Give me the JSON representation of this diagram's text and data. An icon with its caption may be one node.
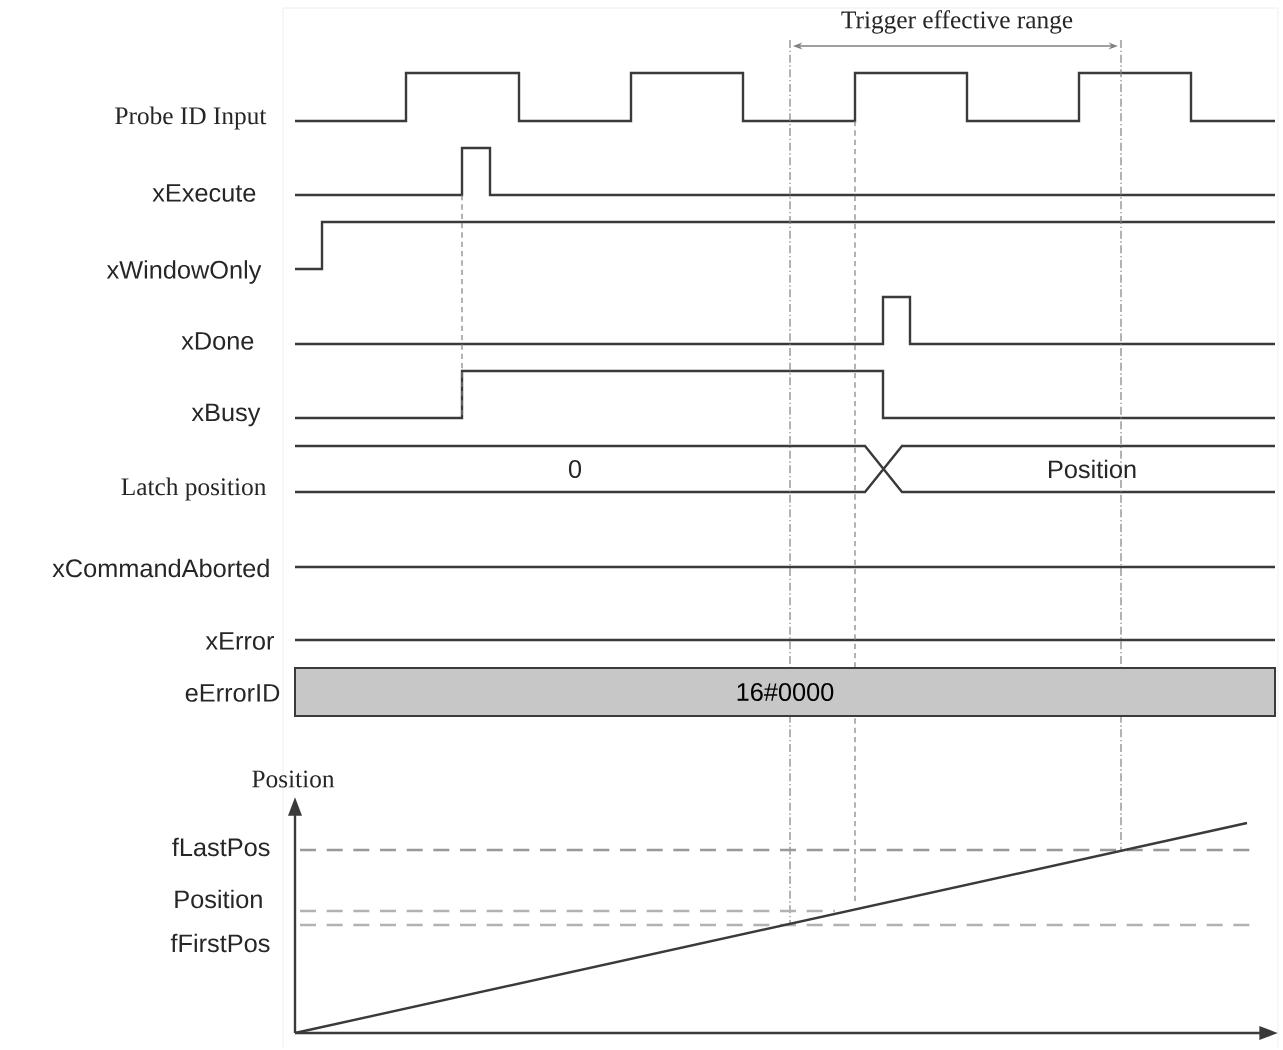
{
  "diagram": {
    "nodes": [
      {
        "text": [
          "16#0000"
        ]
      }
    ],
    "labels": [
      "Trigger effective range",
      "Probe ID Input",
      "xExecute",
      "xWindowOnly",
      "xDone",
      "xBusy",
      "0",
      "Position",
      "Latch position",
      "xCommandAborted",
      "xError",
      "eErrorID",
      "Position",
      "fLastPos",
      "Position",
      "fFirstPos"
    ]
  }
}
